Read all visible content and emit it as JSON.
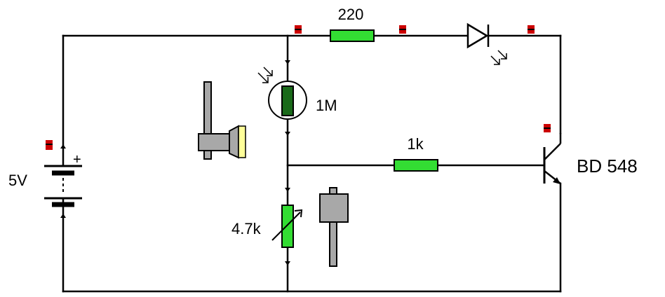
{
  "circuit": {
    "supply": {
      "label": "5V"
    },
    "battery_plus": "+",
    "resistor_top": {
      "label": "220"
    },
    "ldr": {
      "label": "1M"
    },
    "resistor_base": {
      "label": "1k"
    },
    "potentiometer": {
      "label": "4.7k"
    },
    "transistor": {
      "label": "BD 548"
    }
  },
  "colors": {
    "wire": "#000000",
    "resistor": "#33dd33",
    "ldr_body": "#1a6a1a",
    "probe": "#cc0000",
    "lamp": "#ffff99",
    "slider": "#a8a8a8"
  },
  "icons": {
    "lamp": "flashlight-icon",
    "slider": "slider-knob-icon",
    "diode": "led-icon"
  }
}
